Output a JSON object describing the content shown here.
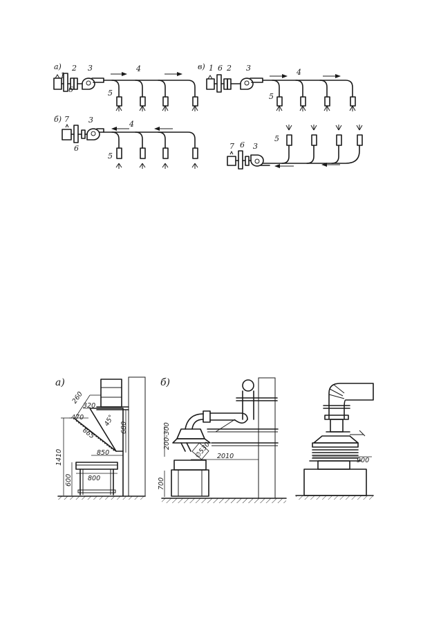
{
  "schemes": {
    "a": {
      "tag": "а)",
      "n1": "1",
      "n6": "6",
      "n2": "2",
      "n3": "3",
      "n4": "4",
      "n5": "5"
    },
    "b": {
      "tag": "б)",
      "n7": "7",
      "n3": "3",
      "n6": "6",
      "n4": "4",
      "n5": "5"
    },
    "v": {
      "tag": "в)",
      "n1": "1",
      "n6": "6",
      "n2": "2",
      "n3": "3",
      "n4": "4",
      "n5": "5"
    },
    "g": {
      "n7": "7",
      "n6": "6",
      "n3": "3",
      "n5": "5"
    }
  },
  "figure2": {
    "a": {
      "tag": "а)",
      "d260": "260",
      "d320": "320",
      "d470": "470",
      "d45": "45°",
      "d665": "665",
      "d680": "680",
      "d1410": "1410",
      "d850": "850",
      "d800": "800",
      "d600": "600"
    },
    "b": {
      "tag": "б)",
      "d200_300": "200-300",
      "dphi": "∅530",
      "d2010": "2010",
      "d700": "700"
    },
    "c": {
      "d900": "900"
    }
  }
}
